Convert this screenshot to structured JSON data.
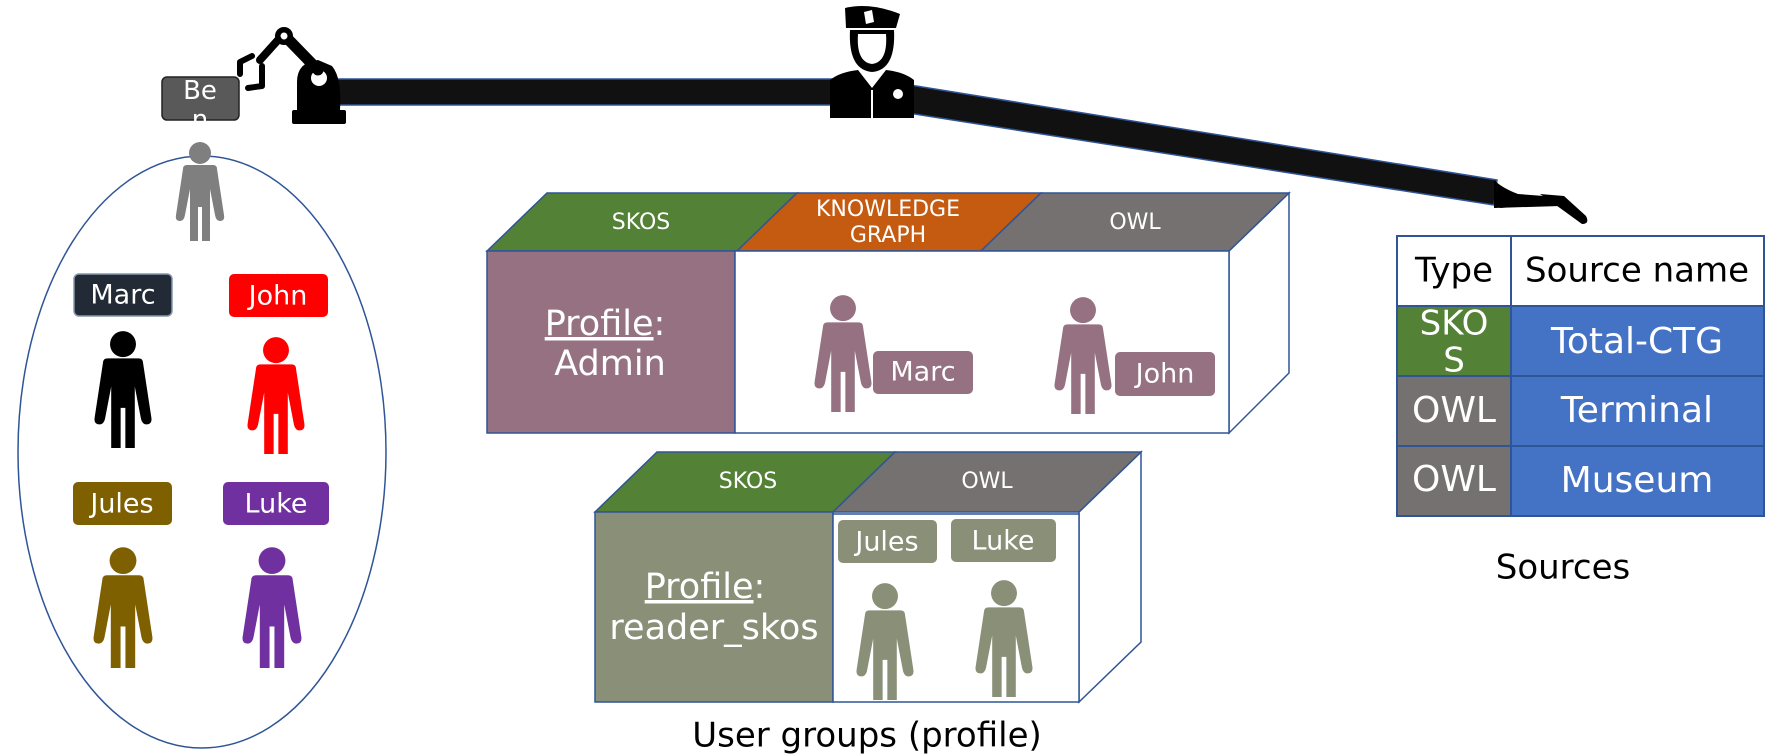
{
  "colors": {
    "skos": "#538135",
    "knowledge_graph": "#C55A11",
    "owl": "#767171",
    "admin_profile": "#957181",
    "reader_profile": "#8A8F78",
    "table_source": "#4472C4",
    "border": "#2F5597",
    "marc": "#222A35",
    "john": "#FF0000",
    "jules": "#7F6000",
    "luke": "#7030A0",
    "ben_label": "#595959",
    "ben_figure": "#7F7F7F",
    "arm": "#111111"
  },
  "users": {
    "ben": "Ben",
    "marc": "Marc",
    "john": "John",
    "jules": "Jules",
    "luke": "Luke"
  },
  "admin_group": {
    "tabs": [
      "SKOS",
      "KNOWLEDGE GRAPH",
      "OWL"
    ],
    "profile_label": "Profile",
    "profile_colon": ":",
    "profile_name": "Admin",
    "members": [
      "Marc",
      "John"
    ]
  },
  "reader_group": {
    "tabs": [
      "SKOS",
      "OWL"
    ],
    "profile_label": "Profile",
    "profile_colon": ":",
    "profile_name": "reader_skos",
    "members": [
      "Jules",
      "Luke"
    ]
  },
  "user_groups_caption": "User groups (profile)",
  "sources_table": {
    "headers": [
      "Type",
      "Source name"
    ],
    "rows": [
      {
        "type": "SKOS",
        "name": "Total-CTG"
      },
      {
        "type": "OWL",
        "name": "Terminal"
      },
      {
        "type": "OWL",
        "name": "Museum"
      }
    ]
  },
  "sources_caption": "Sources",
  "icons": [
    "robot-arm-icon",
    "police-officer-icon",
    "hand-icon",
    "person-icon"
  ]
}
